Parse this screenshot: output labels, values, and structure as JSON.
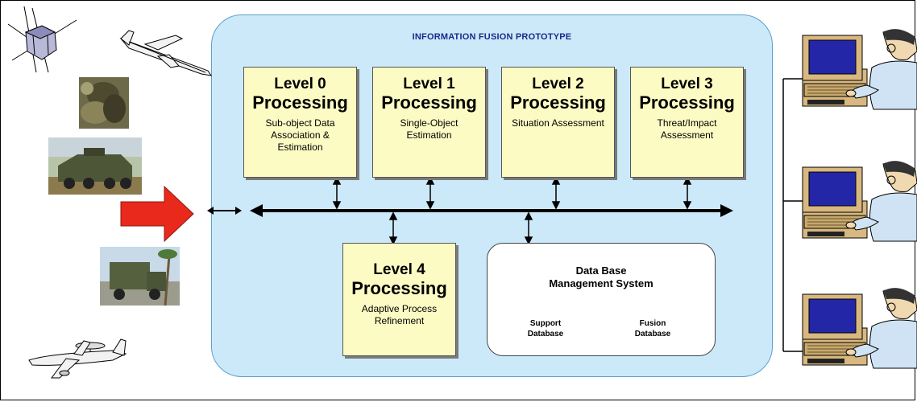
{
  "prototype": {
    "title": "INFORMATION FUSION PROTOTYPE"
  },
  "levels": [
    {
      "level": "Level 0",
      "processing": "Processing",
      "desc": "Sub-object Data Association & Estimation"
    },
    {
      "level": "Level 1",
      "processing": "Processing",
      "desc": "Single-Object Estimation"
    },
    {
      "level": "Level 2",
      "processing": "Processing",
      "desc": "Situation Assessment"
    },
    {
      "level": "Level 3",
      "processing": "Processing",
      "desc": "Threat/Impact Assessment"
    },
    {
      "level": "Level 4",
      "processing": "Processing",
      "desc": "Adaptive Process Refinement"
    }
  ],
  "dbms": {
    "title_line1": "Data Base",
    "title_line2": "Management System",
    "support_db": [
      "Support",
      "Database"
    ],
    "fusion_db": [
      "Fusion",
      "Database"
    ]
  },
  "icons": [
    "satellite-icon",
    "drone-aircraft-icon",
    "camouflaged-soldier-photo",
    "armored-vehicle-photo",
    "military-truck-photo",
    "awacs-aircraft-icon",
    "input-arrow-icon",
    "operator-workstation-icon"
  ],
  "colors": {
    "prototype_bg": "#cce9f9",
    "box_bg": "#fdfbc4",
    "input_arrow": "#e8291c",
    "screen": "#2426a8"
  }
}
